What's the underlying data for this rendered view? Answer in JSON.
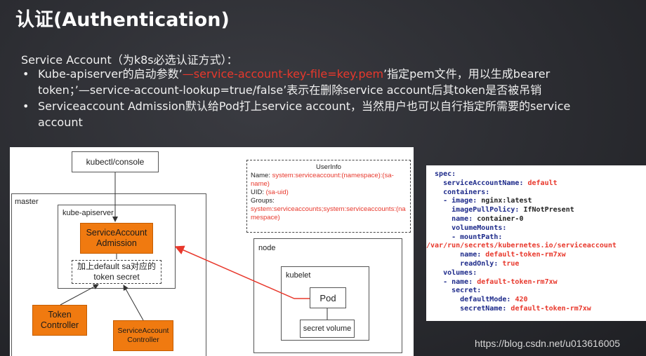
{
  "title": "认证(Authentication)",
  "intro": "Service Account（为k8s必选认证方式）：",
  "bullets": {
    "b1_dot": "•",
    "b1_pre": "Kube-apiserver的启动参数’",
    "b1_hl": "—service-account-key-file=key.pem",
    "b1_post": "’指定pem文件，用以生成bearer token；’—service-account-lookup=true/false’表示在删除service account后其token是否被吊销",
    "b2_dot": "•",
    "b2_text": "Serviceaccount Admission默认给Pod打上service account，当然用户也可以自行指定所需要的service account"
  },
  "diagram": {
    "kubectl": "kubectl/console",
    "master": "master",
    "kube_apiserver": "kube-apiserver",
    "sa_admission_1": "ServiceAccount",
    "sa_admission_2": "Admission",
    "token_secret_1": "加上default sa对应的",
    "token_secret_2": "token secret",
    "token_controller_1": "Token",
    "token_controller_2": "Controller",
    "sa_controller_1": "ServiceAccount",
    "sa_controller_2": "Controller",
    "userinfo_title": "UserInfo",
    "name_label": "Name: ",
    "name_value": "system:serviceaccount:(namespace):(sa-name)",
    "uid_label": "UID: ",
    "uid_value": "(sa-uid)",
    "groups_label": "Groups:",
    "groups_value": "system:serviceaccounts;system:serviceaccounts:(namespace)",
    "node": "node",
    "kubelet": "kubelet",
    "pod": "Pod",
    "secret_volume": "secret volume"
  },
  "code": [
    {
      "indent": "  ",
      "key": "spec:",
      "val": ""
    },
    {
      "indent": "    ",
      "key": "serviceAccountName: ",
      "val": "default"
    },
    {
      "indent": "    ",
      "key": "containers:",
      "val": ""
    },
    {
      "indent": "    ",
      "key": "- image: ",
      "val": "",
      "plain": "nginx:latest"
    },
    {
      "indent": "      ",
      "key": "imagePullPolicy: ",
      "val": "",
      "plain": "IfNotPresent"
    },
    {
      "indent": "      ",
      "key": "name: ",
      "val": "",
      "plain": "container-0"
    },
    {
      "indent": "      ",
      "key": "volumeMounts:",
      "val": ""
    },
    {
      "indent": "      ",
      "key": "- mountPath:",
      "val": ""
    },
    {
      "indent": "",
      "key": "",
      "val": "/var/run/secrets/kubernetes.io/serviceaccount"
    },
    {
      "indent": "        ",
      "key": "name: ",
      "val": "default-token-rm7xw"
    },
    {
      "indent": "        ",
      "key": "readOnly: ",
      "val": "true"
    },
    {
      "indent": "    ",
      "key": "volumes:",
      "val": ""
    },
    {
      "indent": "    ",
      "key": "- name: ",
      "val": "default-token-rm7xw"
    },
    {
      "indent": "      ",
      "key": "secret:",
      "val": ""
    },
    {
      "indent": "        ",
      "key": "defaultMode: ",
      "val": "420"
    },
    {
      "indent": "        ",
      "key": "secretName: ",
      "val": "default-token-rm7xw"
    }
  ],
  "watermark": "https://blog.csdn.net/u013616005",
  "colors": {
    "accent_red": "#e8382c",
    "orange_box": "#f07a10",
    "code_key": "#1d2a8a"
  }
}
